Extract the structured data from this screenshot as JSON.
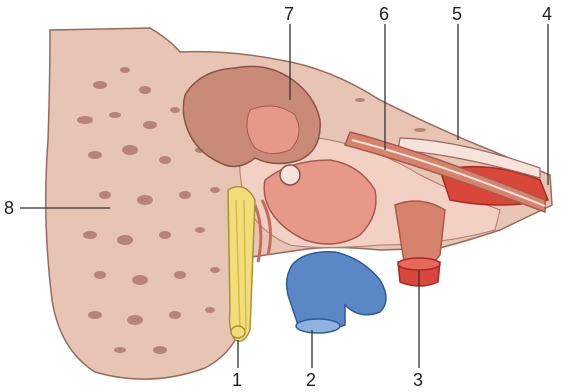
{
  "labels": {
    "l1": "1",
    "l2": "2",
    "l3": "3",
    "l4": "4",
    "l5": "5",
    "l6": "6",
    "l7": "7",
    "l8": "8"
  },
  "colors": {
    "bone": "#e8c4b4",
    "bone_outline": "#9a6a5c",
    "bone_pores": "#b58476",
    "cavity": "#edb2a2",
    "ossicle": "#e89888",
    "ossicle_dark": "#c76a5a",
    "vein_blue": "#5b87c7",
    "vein_blue_dark": "#2e5a99",
    "artery_red": "#d9473a",
    "artery_dark": "#a52a22",
    "nerve_yellow": "#f3dc7a",
    "tube": "#d7826c",
    "leader": "#333333"
  }
}
